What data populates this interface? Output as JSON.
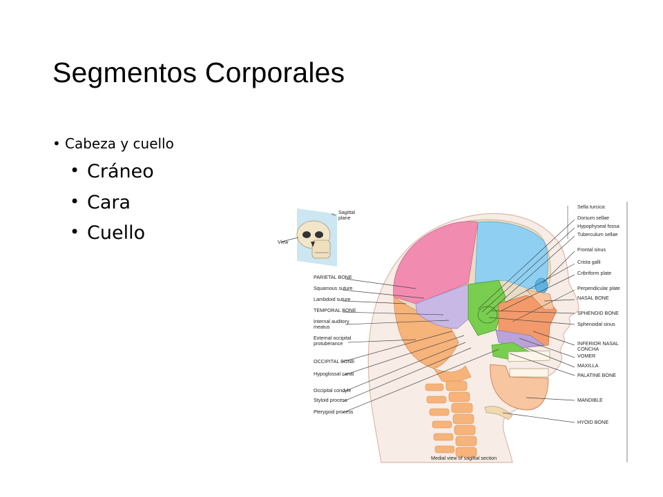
{
  "slide": {
    "title": "Segmentos Corporales",
    "bullets": {
      "main": "Cabeza y cuello",
      "sub": [
        "Cráneo",
        "Cara",
        "Cuello"
      ]
    },
    "bullet_char": "•"
  },
  "figure": {
    "inset_labels": [
      "Sagittal plane",
      "View"
    ],
    "left_labels": [
      "PARIETAL BONE",
      "Squamous suture",
      "Lambdoid suture",
      "TEMPORAL BONE",
      "Internal auditory meatus",
      "External occipital protuberance",
      "OCCIPITAL BONE",
      "Hypoglossal canal",
      "Occipital condyle",
      "Styloid process",
      "Pterygoid process"
    ],
    "right_labels": [
      "Sella turcica:",
      "Dorsum sellae",
      "Hypophyseal fossa",
      "Tuberculum sellae",
      "Frontal sinus",
      "Crista galli",
      "Cribriform plate",
      "Perpendicular plate",
      "NASAL BONE",
      "SPHENOID BONE",
      "Sphenoidal sinus",
      "INFERIOR NASAL CONCHA",
      "VOMER",
      "MAXILLA",
      "PALATINE BONE",
      "MANDIBLE",
      "HYOID BONE"
    ],
    "caption": "Medial view of sagittal section",
    "colors": {
      "parietal": "#f28bb0",
      "frontal": "#8fd0f2",
      "temporal": "#c7b8e6",
      "occipital_spine": "#f6b37a",
      "sphenoid": "#79cd4f",
      "maxilla_face": "#f39a6a",
      "vomer": "#b9a3d9",
      "mandible": "#f7c6a0",
      "bone_outline": "#e8dcc4"
    }
  }
}
